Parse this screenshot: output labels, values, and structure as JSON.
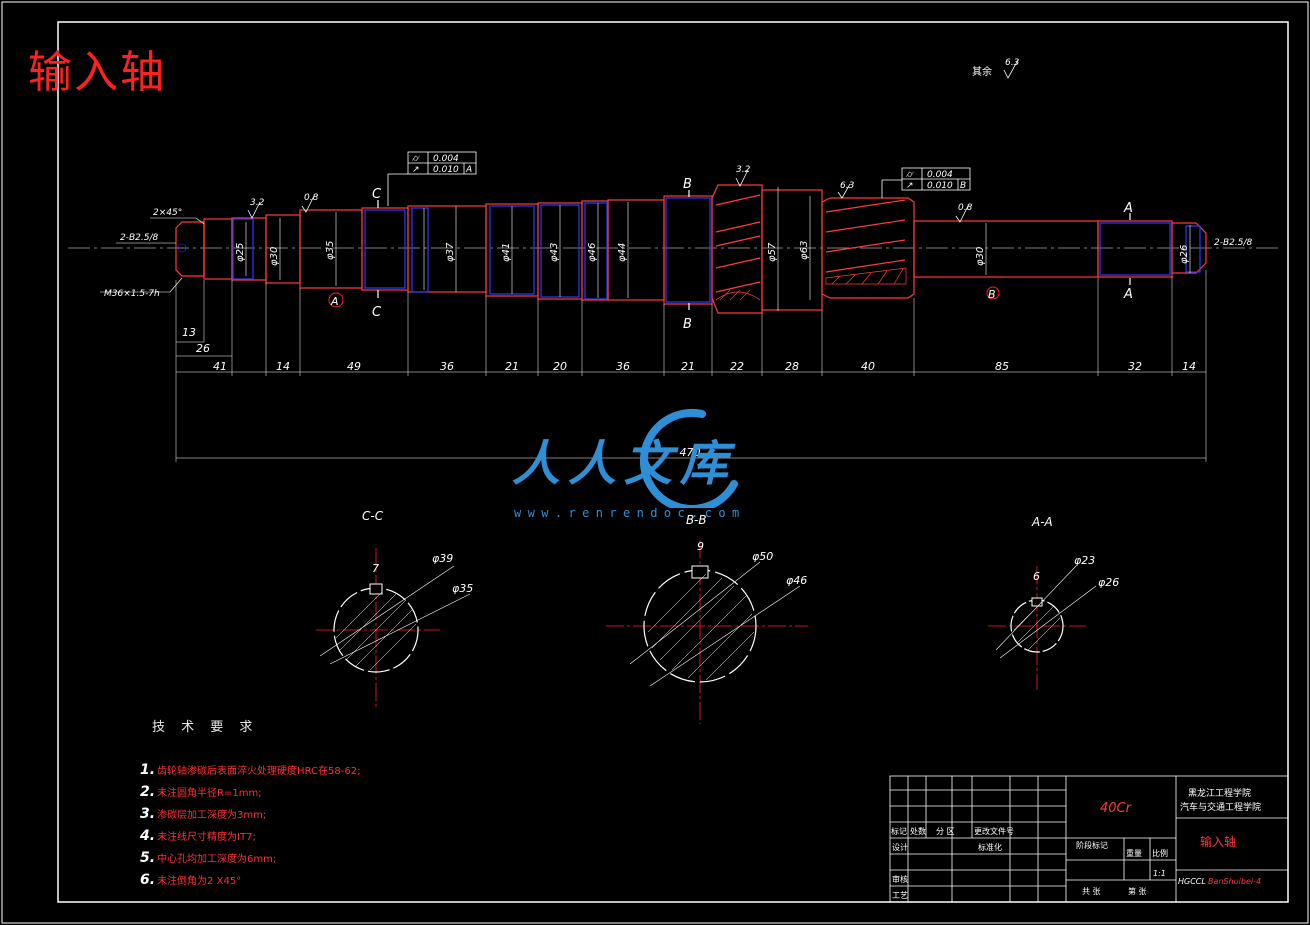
{
  "title": "输入轴",
  "surface_note": "其余",
  "surface_note_value": "6.3",
  "gtol_top_left": {
    "row1_symbol": "⌭",
    "row1": "0.004",
    "row2_symbol": "↗",
    "row2": "0.010",
    "datum": "A"
  },
  "gtol_top_right": {
    "row1_symbol": "⌭",
    "row1": "0.004",
    "row2_symbol": "↗",
    "row2": "0.010",
    "datum": "B"
  },
  "section_letters": {
    "c": "C",
    "b": "B",
    "a": "A"
  },
  "datums": {
    "a": "A",
    "b": "B"
  },
  "roughness": [
    "3.2",
    "0.8",
    "3.2",
    "6.3",
    "0.8"
  ],
  "left_notes": {
    "chamfer": "2×45°",
    "center_hole": "2-B2.5/8",
    "thread": "M36×1.5-7h"
  },
  "right_note": "2-B2.5/8",
  "diameters": [
    "φ25",
    "φ30",
    "φ35",
    "φ37",
    "φ41",
    "φ43",
    "φ46",
    "φ44",
    "φ57",
    "φ63",
    "φ30",
    "φ26"
  ],
  "dims_lower": [
    "41",
    "14",
    "49",
    "36",
    "21",
    "20",
    "36",
    "21",
    "22",
    "28",
    "40",
    "85",
    "32",
    "14"
  ],
  "dims_left": [
    "13",
    "26"
  ],
  "dim_total": "470",
  "sections": [
    {
      "title": "C-C",
      "outer": "φ39",
      "inner": "φ35",
      "key": "7"
    },
    {
      "title": "B-B",
      "outer": "φ50",
      "inner": "φ46",
      "key": "9"
    },
    {
      "title": "A-A",
      "outer": "φ23",
      "inner": "φ26",
      "key": "6"
    }
  ],
  "tech_requirements": {
    "heading": "技 术 要 求",
    "items": [
      {
        "num": "1.",
        "text": "齿轮轴渗碳后表面淬火处理硬度HRC在58-62;"
      },
      {
        "num": "2.",
        "text": "未注圆角半径R=1mm;"
      },
      {
        "num": "3.",
        "text": "渗碳层加工深度为3mm;"
      },
      {
        "num": "4.",
        "text": "未注线尺寸精度为IT7;"
      },
      {
        "num": "5.",
        "text": "中心孔均加工深度为6mm;"
      },
      {
        "num": "6.",
        "text": "未注倒角为2 X45°"
      }
    ]
  },
  "title_block": {
    "material": "40Cr",
    "school1": "黑龙江工程学院",
    "school2": "汽车与交通工程学院",
    "part_name": "输入轴",
    "scale": "1:1",
    "drawing_no": "HGCCL",
    "drawing_no_suffix": "BanShuibei-4",
    "labels": {
      "mark": "标记",
      "count": "处数",
      "zone": "分 区",
      "docno": "更改文件号",
      "design": "设计",
      "std": "标准化",
      "stage": "阶段标记",
      "weight": "重量",
      "ratio": "比例",
      "review": "审核",
      "process": "工艺",
      "total": "共  张",
      "sheet": "第  张"
    }
  },
  "watermark": {
    "text": "人人文库",
    "url": "www.renrendoc.com"
  },
  "colors": {
    "outline": "#ff3b3b",
    "dim": "#ffffff",
    "center": "#ff2020",
    "blue": "#2b3cff",
    "accent": "#ffff33"
  }
}
